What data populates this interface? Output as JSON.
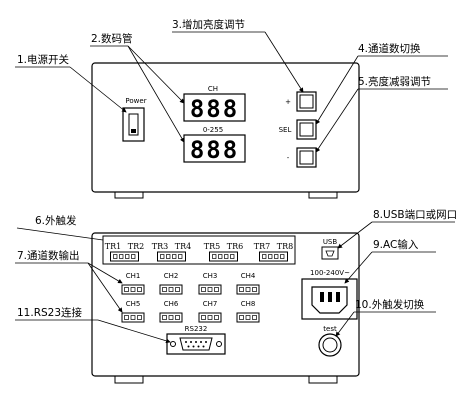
{
  "front": {
    "callouts": {
      "power": "1.电源开关",
      "display": "2.数码管",
      "brightness_up": "3.增加亮度调节",
      "channel_switch": "4.通道数切换",
      "brightness_down": "5.亮度减弱调节"
    },
    "power_label": "Power",
    "ch_label": "CH",
    "range_label": "0-255",
    "display_digits": "888",
    "buttons": {
      "plus": "+",
      "sel": "SEL",
      "minus": "-"
    }
  },
  "rear": {
    "callouts": {
      "trigger_in": "6.外触发",
      "channel_out": "7.通道数输出",
      "usb": "8.USB端口或网口",
      "ac": "9.AC输入",
      "trigger_switch": "10.外触发切换",
      "rs232": "11.RS23连接"
    },
    "trigger_labels": [
      "TR1",
      "TR2",
      "TR3",
      "TR4",
      "TR5",
      "TR6",
      "TR7",
      "TR8"
    ],
    "channel_labels": [
      "CH1",
      "CH2",
      "CH3",
      "CH4",
      "CH5",
      "CH6",
      "CH7",
      "CH8"
    ],
    "usb_label": "USB",
    "voltage_label": "100-240V~",
    "test_label": "test",
    "rs232_label": "RS232"
  }
}
